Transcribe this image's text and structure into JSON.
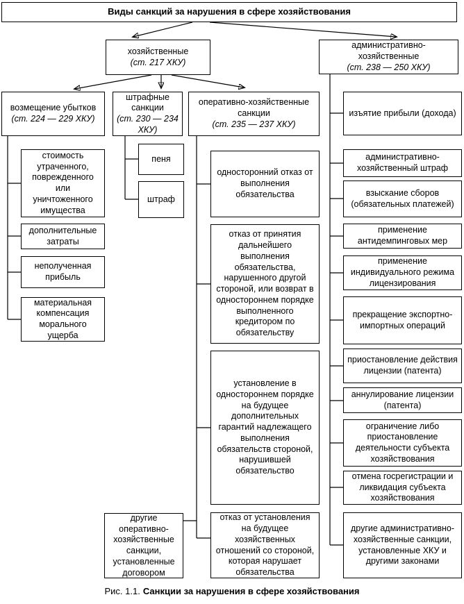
{
  "colors": {
    "line": "#000000",
    "background": "#ffffff",
    "text": "#000000"
  },
  "root_title": "Виды санкций за нарушения в сфере хозяйствования",
  "caption": {
    "figure": "Рис. 1.1.",
    "title": "Санкции за нарушения в сфере хозяйствования"
  },
  "nodes": {
    "economic": {
      "name": "хозяйственные",
      "article": "(ст. 217 ХКУ)"
    },
    "administrative": {
      "name": "административно-хозяйственные",
      "article": "(ст. 238 — 250 ХКУ)"
    },
    "damages": {
      "name": "возмещение убытков",
      "article": "(ст. 224 — 229 ХКУ)"
    },
    "penalty": {
      "name": "штрафные санкции",
      "article": "(ст. 230 — 234 ХКУ)"
    },
    "operational": {
      "name": "оперативно-хозяйственные санкции",
      "article": "(ст. 235 — 237 ХКУ)"
    }
  },
  "damages_children": [
    "стоимость утраченного, поврежденного или уничтоженного имущества",
    "дополнительные затраты",
    "неполученная прибыль",
    "материальная компенсация морального ущерба"
  ],
  "penalty_children": [
    "пеня",
    "штраф"
  ],
  "operational_children": [
    "односторонний отказ от выполнения обязательства",
    "отказ от принятия дальнейшего выполнения обязательства, нарушенного другой стороной, или возврат в одностороннем порядке выполненного кредитором по обязательству",
    "установление в одностороннем порядке на будущее дополнительных гарантий надлежащего выполнения обязательств стороной, нарушившей обязательство",
    "отказ от установления на будущее хозяйственных отношений со стороной, которая нарушает обязательства"
  ],
  "operational_other": "другие оперативно-хозяйственные санкции, установленные договором",
  "administrative_children": [
    "изъятие прибыли (дохода)",
    "административно-хозяйственный штраф",
    "взыскание сборов (обязательных платежей)",
    "применение антидемпинговых мер",
    "применение индивидуального режима лицензирования",
    "прекращение экспортно-импортных операций",
    "приостановление действия лицензии (патента)",
    "аннулирование лицензии (патента)",
    "ограничение либо приостановление деятельности субъекта хозяйствования",
    "отмена госрегистрации и ликвидация субъекта хозяйствования",
    "другие административно-хозяйственные санкции, установленные ХКУ и другими законами"
  ]
}
